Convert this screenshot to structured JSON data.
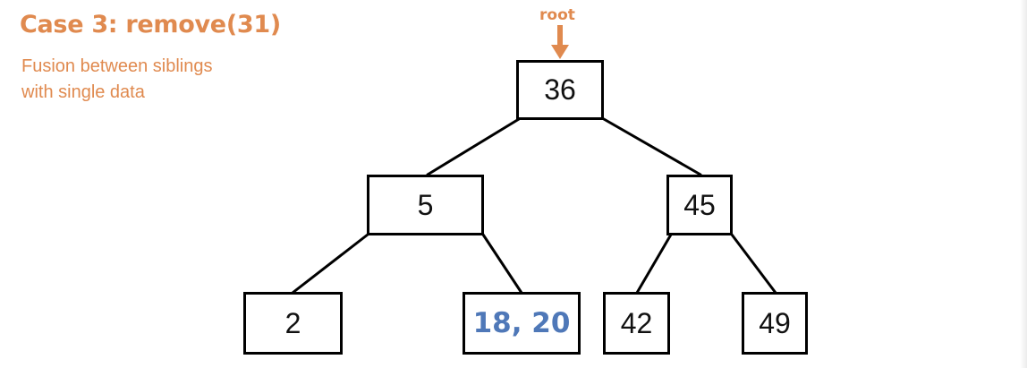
{
  "title": "Case 3: remove(31)",
  "subtitle": [
    "Fusion between siblings",
    "with single data"
  ],
  "root_label": "root",
  "colors": {
    "accent": "#e08a4f",
    "highlight": "#4f78b8",
    "border": "#000000",
    "text": "#111111"
  },
  "tree": {
    "root": "36",
    "level1": {
      "left": "5",
      "right": "45"
    },
    "leaves": {
      "ll": "2",
      "lr": "18, 20",
      "rl": "42",
      "rr": "49"
    }
  }
}
